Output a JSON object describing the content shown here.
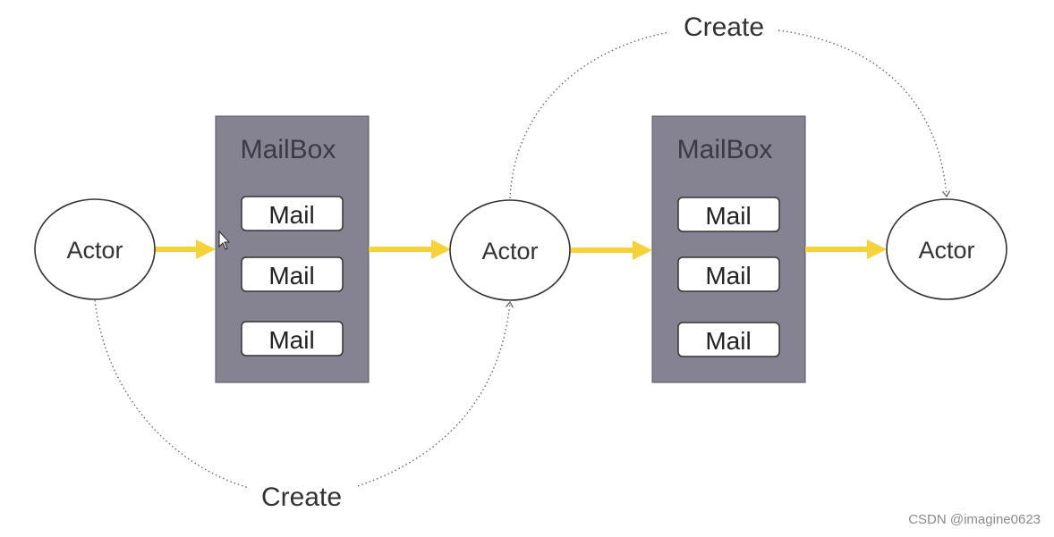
{
  "diagram": {
    "actors": [
      {
        "label": "Actor"
      },
      {
        "label": "Actor"
      },
      {
        "label": "Actor"
      }
    ],
    "mailboxes": [
      {
        "title": "MailBox",
        "mails": [
          "Mail",
          "Mail",
          "Mail"
        ]
      },
      {
        "title": "MailBox",
        "mails": [
          "Mail",
          "Mail",
          "Mail"
        ]
      }
    ],
    "create_labels": {
      "top": "Create",
      "bottom": "Create"
    },
    "colors": {
      "mailbox_fill": "#858291",
      "arrow": "#f5d23a",
      "actor_stroke": "#333333",
      "dotted": "#666666"
    }
  },
  "watermark": "CSDN @imagine0623"
}
